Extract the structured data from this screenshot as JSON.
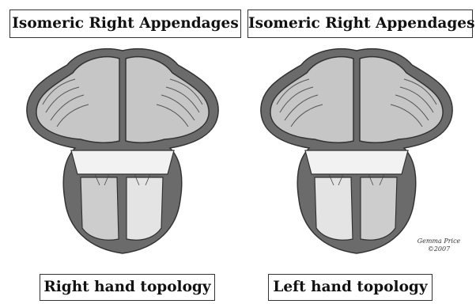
{
  "panels": [
    {
      "title": "Isomeric Right Appendages",
      "caption": "Right hand topology"
    },
    {
      "title": "Isomeric Right Appendages",
      "caption": "Left hand topology"
    }
  ],
  "signature": {
    "name": "Gemma Price",
    "year": "©2007"
  },
  "colors": {
    "outer_wall": "#6b6b6b",
    "atria_fill": "#c6c6c6",
    "valve_fill": "#f2f2f2",
    "ventricle_fill": "#cdcdcd",
    "light_chamber": "#e4e4e4",
    "line": "#333333"
  }
}
